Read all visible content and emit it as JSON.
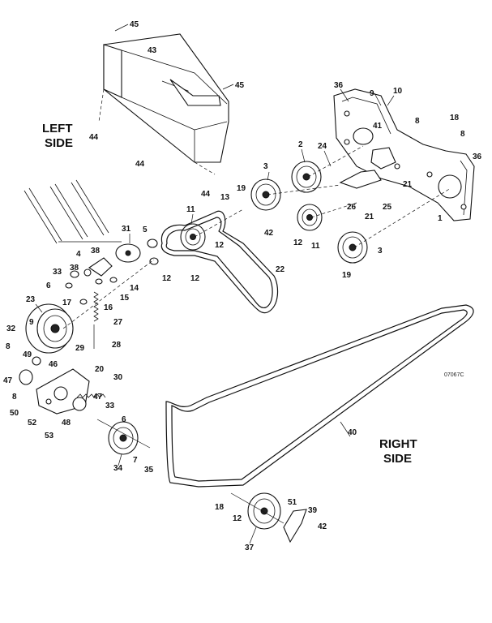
{
  "diagram": {
    "left_side_label": [
      "LEFT",
      "SIDE"
    ],
    "right_side_label": [
      "RIGHT",
      "SIDE"
    ],
    "figure_code": "07067C",
    "callouts": [
      "45",
      "43",
      "45",
      "44",
      "44",
      "44",
      "36",
      "9",
      "10",
      "18",
      "8",
      "8",
      "36",
      "41",
      "2",
      "24",
      "21",
      "3",
      "19",
      "13",
      "11",
      "26",
      "25",
      "21",
      "1",
      "42",
      "12",
      "11",
      "3",
      "19",
      "12",
      "31",
      "5",
      "12",
      "12",
      "22",
      "38",
      "4",
      "33",
      "38",
      "6",
      "17",
      "14",
      "15",
      "16",
      "23",
      "27",
      "32",
      "9",
      "28",
      "29",
      "8",
      "49",
      "46",
      "20",
      "30",
      "47",
      "47",
      "8",
      "50",
      "52",
      "48",
      "33",
      "6",
      "53",
      "34",
      "7",
      "35",
      "40",
      "18",
      "51",
      "39",
      "12",
      "37",
      "42"
    ]
  }
}
